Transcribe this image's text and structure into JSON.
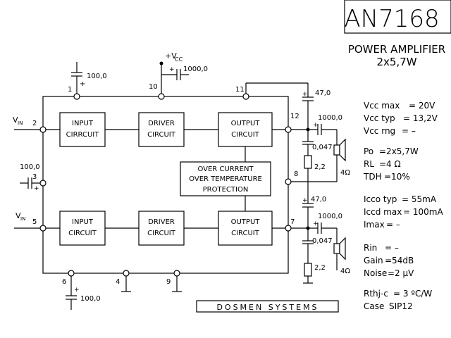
{
  "title": {
    "part": "AN7168",
    "line1": "POWER AMPLIFIER",
    "line2": "2x5,7W"
  },
  "blocks": {
    "input1": [
      "INPUT",
      "CIRRCUIT"
    ],
    "driver1": [
      "DRIVER",
      "CIRCUIT"
    ],
    "output1": [
      "OUTPUT",
      "CIRCUIT"
    ],
    "protection": [
      "OVER CURRENT",
      "OVER TEMPERATURE",
      "PROTECTION"
    ],
    "input2": [
      "INPUT",
      "CIRCUIT"
    ],
    "driver2": [
      "DRIVER",
      "CIRCUIT"
    ],
    "output2": [
      "OUTPUT",
      "CIRCUIT"
    ]
  },
  "pins": {
    "p1": "1",
    "p2": "2",
    "p3": "3",
    "p4": "4",
    "p5": "5",
    "p6": "6",
    "p7": "7",
    "p8": "8",
    "p9": "9",
    "p10": "10",
    "p11": "11",
    "p12": "12"
  },
  "inputs": {
    "vin_top": "V",
    "vin_top_sub": "IN",
    "vin_bot": "V",
    "vin_bot_sub": "IN"
  },
  "supply": {
    "label": "+V",
    "sub": "CC"
  },
  "components": {
    "c_pin1": "100,0",
    "c_pin10": "1000,0",
    "c_pin3": "100,0",
    "c_pin6": "100,0",
    "c_pin11": "47,0",
    "c_out12": "1000,0",
    "c_zobel12": "0,047",
    "r_zobel12": "2,2",
    "spk12": "4Ω",
    "c_pin8": "47,0",
    "c_out7": "1000,0",
    "c_zobel7": "0,047",
    "r_zobel7": "2,2",
    "spk7": "4Ω"
  },
  "specs": [
    {
      "k": "Vcc max",
      "v": "= 20V"
    },
    {
      "k": "Vcc typ",
      "v": "= 13,2V"
    },
    {
      "k": "Vcc rng",
      "v": "= –"
    },
    {
      "k": "Po",
      "v": "=2x5,7W"
    },
    {
      "k": "RL",
      "v": "=4 Ω"
    },
    {
      "k": "TDH",
      "v": "=10%"
    },
    {
      "k": "Icco typ",
      "v": "= 55mA"
    },
    {
      "k": "Iccd max",
      "v": "= 100mA"
    },
    {
      "k": "Imax",
      "v": "= –"
    },
    {
      "k": "Rin",
      "v": "= –"
    },
    {
      "k": "Gain",
      "v": "=54dB"
    },
    {
      "k": "Noise",
      "v": "=2 µV"
    },
    {
      "k": "Rthj-c",
      "v": "= 3 ºC/W"
    },
    {
      "k": "Case",
      "v": "SIP12"
    }
  ],
  "brand": "DOSMEN SYSTEMS"
}
